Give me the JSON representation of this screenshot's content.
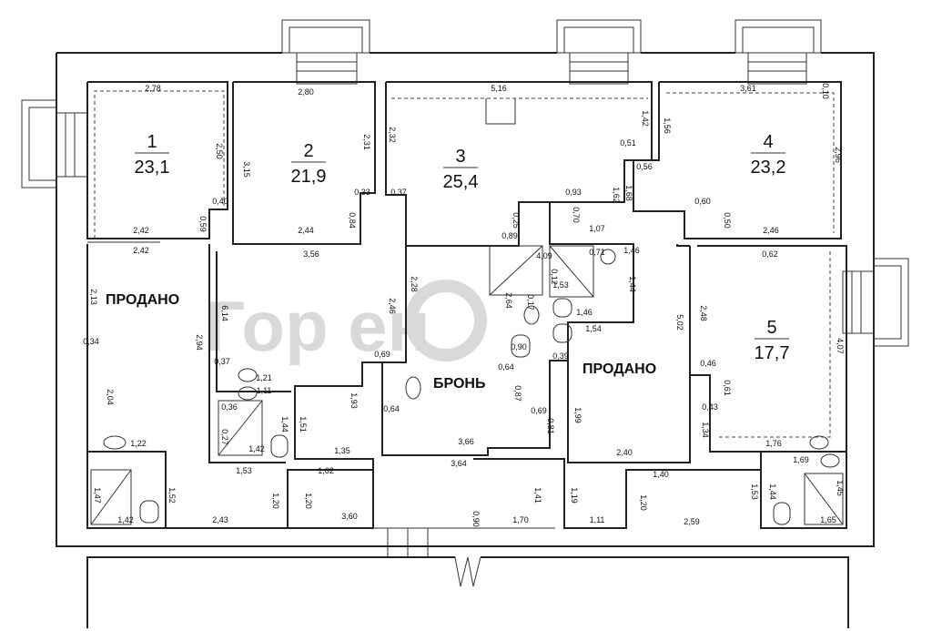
{
  "watermark": "Гор    ен",
  "rooms": [
    {
      "number": "1",
      "area": "23,1"
    },
    {
      "number": "2",
      "area": "21,9"
    },
    {
      "number": "3",
      "area": "25,4"
    },
    {
      "number": "4",
      "area": "23,2"
    },
    {
      "number": "5",
      "area": "17,7"
    }
  ],
  "statuses": {
    "left": "ПРОДАНО",
    "center": "БРОНЬ",
    "right": "ПРОДАНО"
  },
  "dimensions": [
    "2,78",
    "2,80",
    "5,16",
    "3,61",
    "0,10",
    "2,50",
    "3,15",
    "2,31",
    "2,32",
    "1,42",
    "1,56",
    "2,96",
    "0,40",
    "0,59",
    "0,33",
    "0,84",
    "0,37",
    "0,51",
    "0,56",
    "1,62",
    "1,68",
    "2,42",
    "2,42",
    "2,44",
    "0,93",
    "0,70",
    "1,07",
    "0,60",
    "0,50",
    "2,46",
    "2,13",
    "0,25",
    "3,56",
    "0,89",
    "0,62",
    "2,94",
    "6,14",
    "2,46",
    "2,28",
    "4,09",
    "0,71",
    "1,46",
    "0,12",
    "1,44",
    "1,53",
    "0,34",
    "0,37",
    "1,21",
    "1,11",
    "0,69",
    "2,64",
    "0,17",
    "1,46",
    "1,54",
    "5,02",
    "2,48",
    "0,90",
    "0,39",
    "0,46",
    "4,07",
    "0,36",
    "0,27",
    "1,44",
    "1,51",
    "1,93",
    "0,64",
    "0,87",
    "0,64",
    "0,69",
    "0,81",
    "0,61",
    "0,43",
    "1,34",
    "1,99",
    "2,04",
    "1,22",
    "1,42",
    "3,66",
    "1,35",
    "2,40",
    "1,76",
    "1,69",
    "1,47",
    "1,52",
    "1,42",
    "1,53",
    "1,62",
    "3,64",
    "1,40",
    "1,53",
    "1,44",
    "1,45",
    "2,43",
    "1,20",
    "1,20",
    "3,60",
    "0,90",
    "1,70",
    "1,11",
    "1,41",
    "1,19",
    "1,20",
    "2,59",
    "1,65"
  ]
}
